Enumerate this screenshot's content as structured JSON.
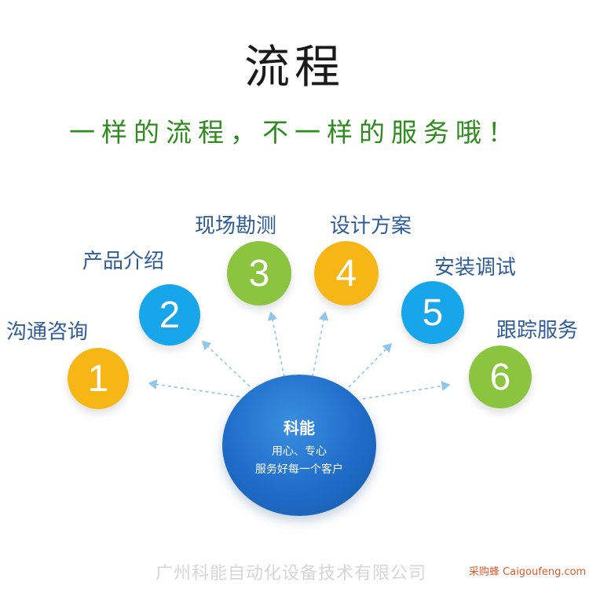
{
  "title": "流程",
  "subtitle": "一样的流程，不一样的服务哦！",
  "steps": [
    {
      "number": "1",
      "label": "沟通咨询",
      "color": "#f6b716"
    },
    {
      "number": "2",
      "label": "产品介绍",
      "color": "#18a6ea"
    },
    {
      "number": "3",
      "label": "现场勘测",
      "color": "#8bc43f"
    },
    {
      "number": "4",
      "label": "设计方案",
      "color": "#f6b716"
    },
    {
      "number": "5",
      "label": "安装调试",
      "color": "#18a6ea"
    },
    {
      "number": "6",
      "label": "跟踪服务",
      "color": "#8bc43f"
    }
  ],
  "center": {
    "name": "科能",
    "line1": "用心、专心",
    "line2": "服务好每一个客户",
    "color": "#1f6cc8"
  },
  "footer": {
    "company": "广州科能自动化设备技术有限公司",
    "watermark_cn": "采购蜂",
    "watermark_site": "Caigoufeng.com"
  },
  "colors": {
    "title": "#1a1a1a",
    "subtitle": "#2e8b1e",
    "label": "#2f5c99",
    "arrow": "#8fc6ea"
  }
}
